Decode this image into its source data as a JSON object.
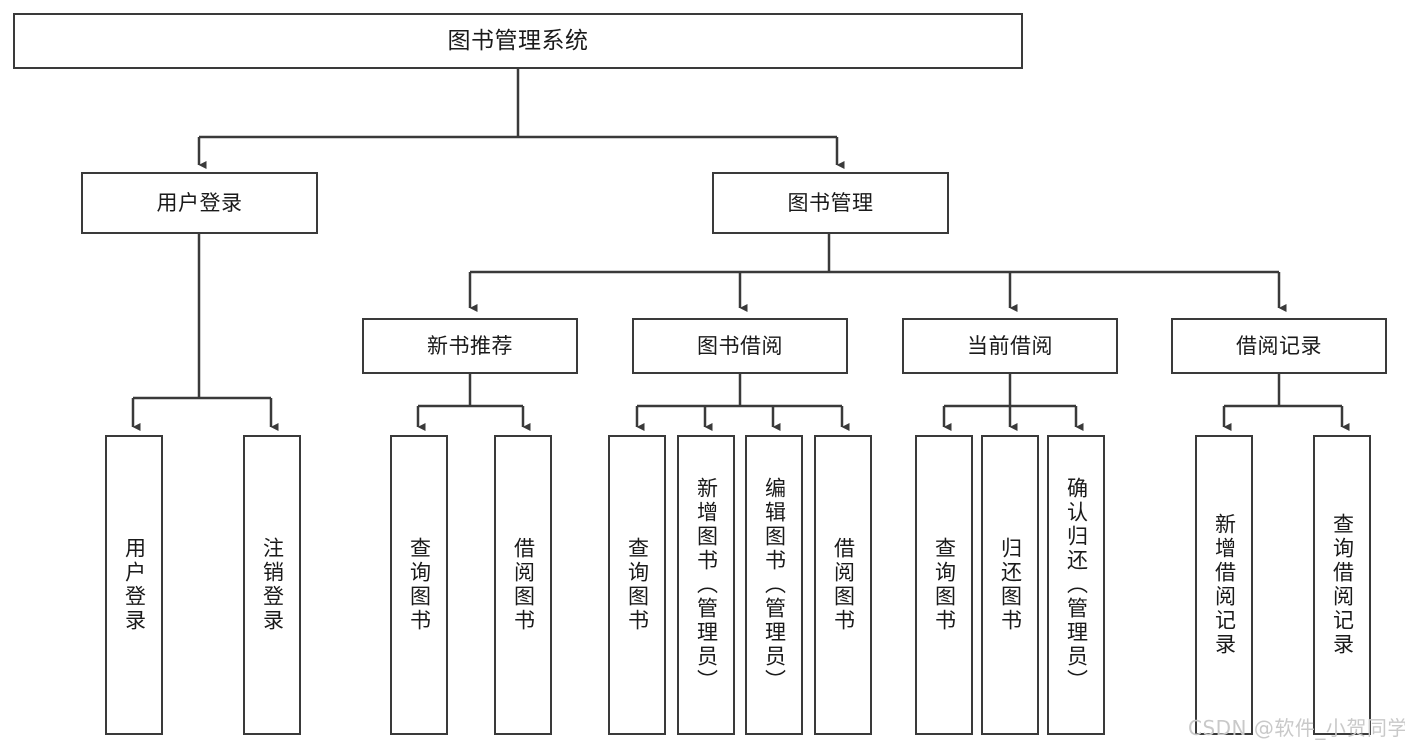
{
  "diagram": {
    "type": "tree-hierarchy-chart",
    "root": {
      "label": "图书管理系统"
    },
    "level1": [
      {
        "label": "用户登录"
      },
      {
        "label": "图书管理"
      }
    ],
    "level2": [
      {
        "label": "新书推荐"
      },
      {
        "label": "图书借阅"
      },
      {
        "label": "当前借阅"
      },
      {
        "label": "借阅记录"
      }
    ],
    "leaves": {
      "user_login": [
        {
          "label": "用户登录"
        },
        {
          "label": "注销登录"
        }
      ],
      "new_book_recommend": [
        {
          "label": "查询图书"
        },
        {
          "label": "借阅图书"
        }
      ],
      "book_borrow": [
        {
          "label": "查询图书"
        },
        {
          "label": "新增图书（管理员）"
        },
        {
          "label": "编辑图书（管理员）"
        },
        {
          "label": "借阅图书"
        }
      ],
      "current_borrow": [
        {
          "label": "查询图书"
        },
        {
          "label": "归还图书"
        },
        {
          "label": "确认归还（管理员）"
        }
      ],
      "borrow_record": [
        {
          "label": "新增借阅记录"
        },
        {
          "label": "查询借阅记录"
        }
      ]
    }
  },
  "watermark": {
    "text": "CSDN @软件_小贺同学"
  },
  "colors": {
    "border": "#3a3a3a",
    "text": "#1a1a1a",
    "background": "#ffffff",
    "watermark": "#c9c9c9"
  }
}
